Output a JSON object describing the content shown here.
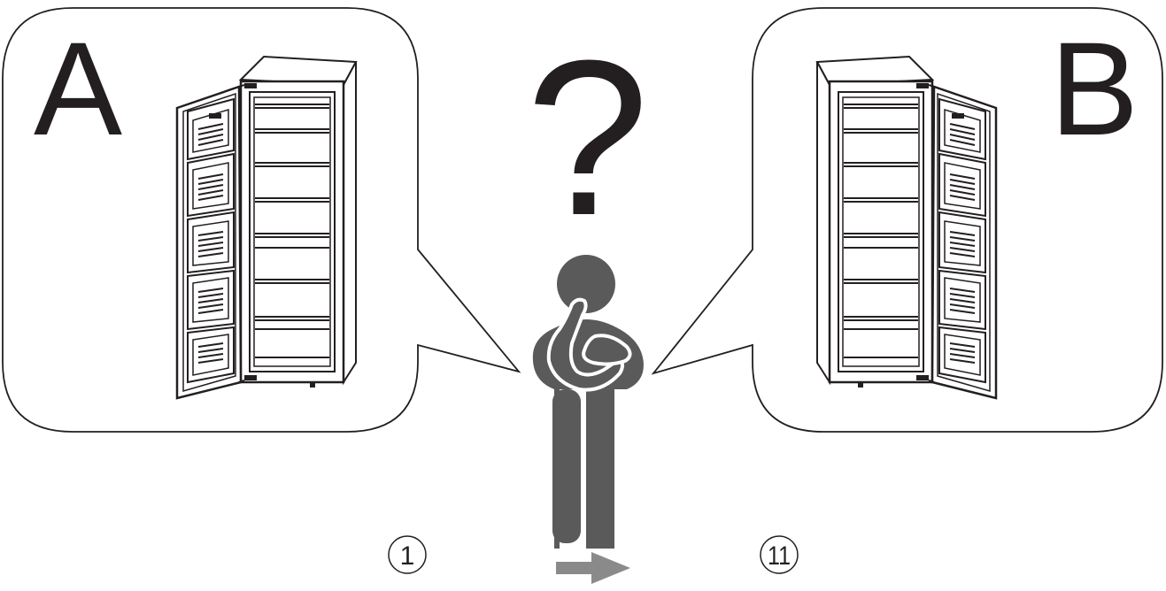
{
  "option_a": {
    "letter": "A"
  },
  "option_b": {
    "letter": "B"
  },
  "question": {
    "symbol": "?"
  },
  "steps": {
    "left": "1",
    "right": "11"
  },
  "colors": {
    "line": "#231f20",
    "person": "#5a5a5a",
    "arrow": "#8a8a8a"
  },
  "icons": [
    "freezer-door-left-hinge-icon",
    "freezer-door-right-hinge-icon",
    "thinking-person-icon",
    "right-arrow-icon"
  ]
}
